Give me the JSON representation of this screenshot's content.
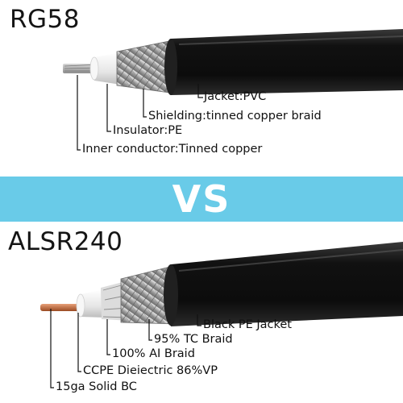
{
  "top": {
    "title": "RG58",
    "labels": {
      "jacket": "Jacket:PVC",
      "shielding": "Shielding:tinned copper braid",
      "insulator": "Insulator:PE",
      "inner": "Inner conductor:Tinned copper"
    }
  },
  "divider": {
    "text": "VS"
  },
  "bottom": {
    "title": "ALSR240",
    "labels": {
      "jacket": "Black PE Jacket",
      "braid": "95% TC Braid",
      "foil": "100% AI Braid",
      "dielectric": "CCPE Dieiectric 86%VP",
      "conductor": "15ga Solid BC"
    }
  },
  "colors": {
    "band": "#69cbe8",
    "jacket": "#1a1a1a",
    "braid": "#b9b9b9",
    "insulator": "#f2f2f2",
    "copper": "#c46a3b"
  }
}
